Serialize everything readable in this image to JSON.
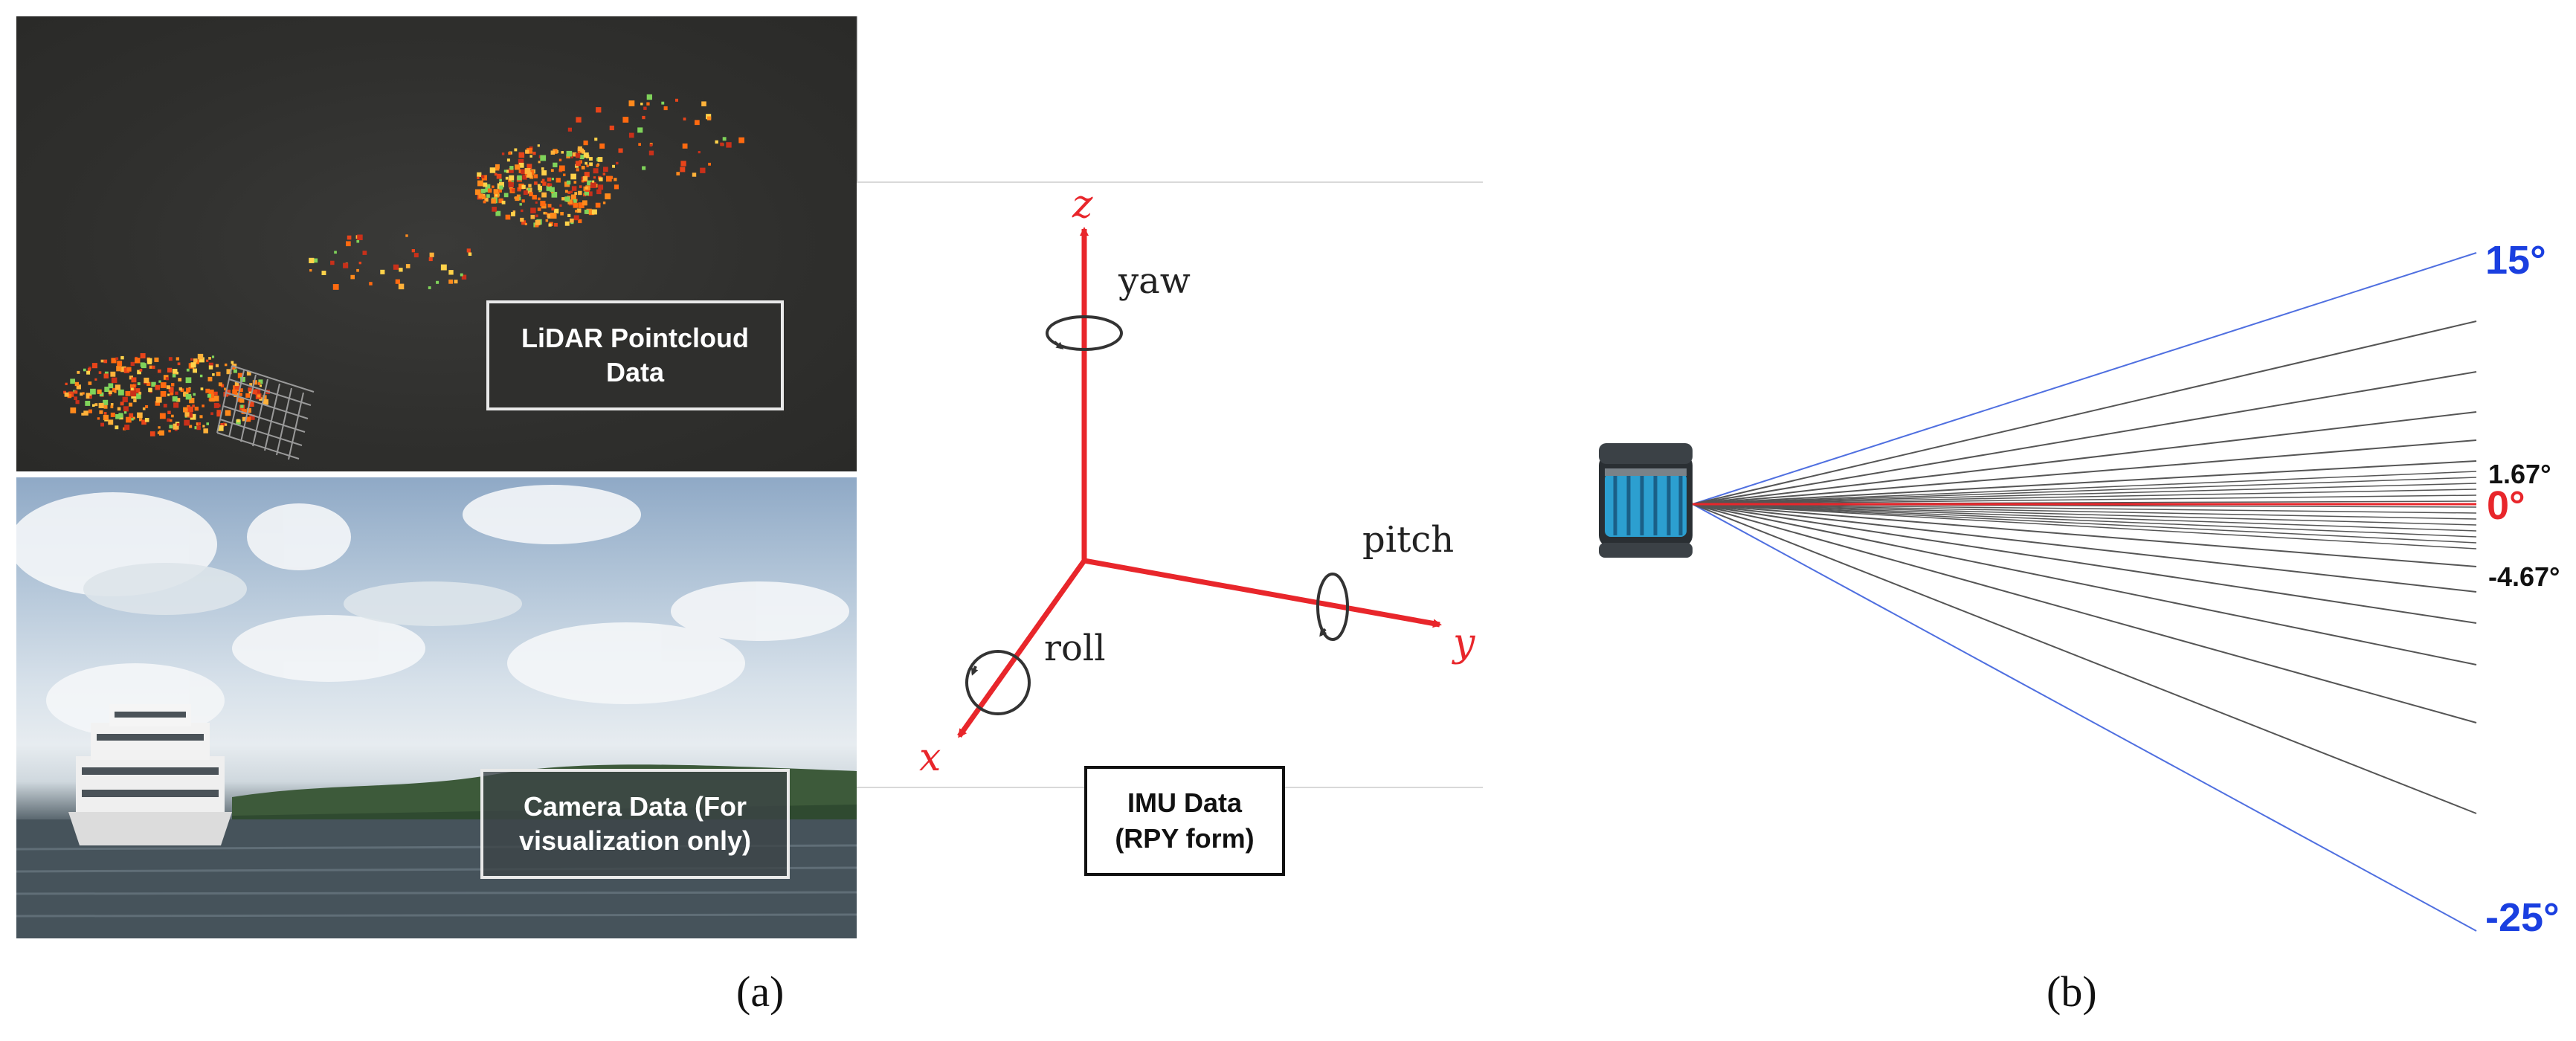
{
  "panel_a": {
    "lidar_label": {
      "line1": "LiDAR Pointcloud",
      "line2": "Data"
    },
    "camera_label": {
      "line1": "Camera Data (For",
      "line2": "visualization only)"
    },
    "imu": {
      "axis_labels": {
        "z": "z",
        "y": "y",
        "x": "x"
      },
      "rotation_labels": {
        "yaw": "yaw",
        "pitch": "pitch",
        "roll": "roll"
      },
      "box_label": {
        "line1": "IMU Data",
        "line2": "(RPY form)"
      }
    },
    "caption": "(a)"
  },
  "panel_b": {
    "angle_labels": {
      "top": "15°",
      "upper_fine": "1.67°",
      "zero": "0°",
      "lower_fine": "-4.67°",
      "bottom": "-25°"
    },
    "caption": "(b)"
  },
  "colors": {
    "axis_red": "#e8262b",
    "angle_blue": "#1a3fe0",
    "zero_red": "#e8262b",
    "beam_gray": "#555555",
    "beam_blue": "#4f6fe0"
  }
}
